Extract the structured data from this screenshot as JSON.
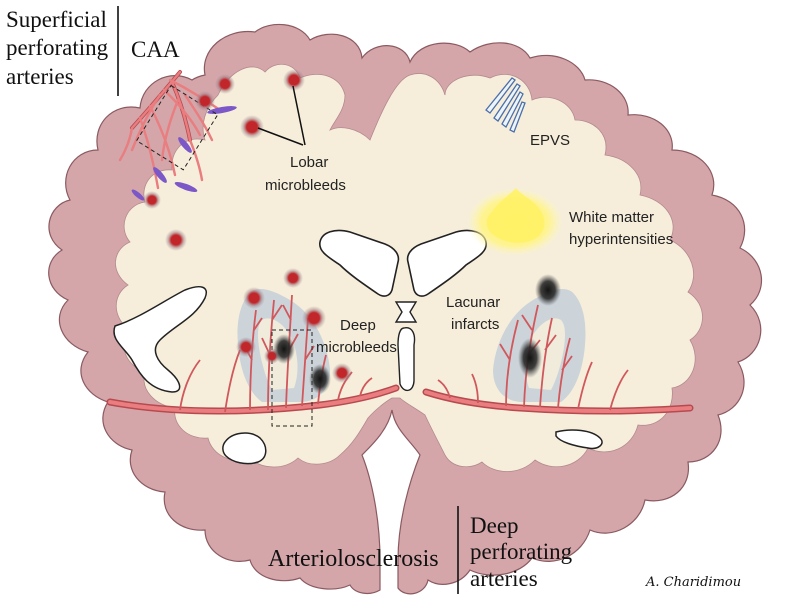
{
  "labels": {
    "superficial": [
      "Superficial",
      "perforating",
      "arteries"
    ],
    "caa": "CAA",
    "lobar": [
      "Lobar",
      "microbleeds"
    ],
    "epvs": "EPVS",
    "white_matter": [
      "White matter",
      "hyperintensities"
    ],
    "lacunar": [
      "Lacunar",
      "infarcts"
    ],
    "deep_mb": [
      "Deep",
      "microbleeds"
    ],
    "arteriolo": "Arteriolosclerosis",
    "deep_arteries": [
      "Deep",
      "perforating",
      "arteries"
    ],
    "signature": "A. Charidimou"
  },
  "colors": {
    "cortex": "#d4a6aa",
    "cortex_edge": "#8a5a60",
    "white_matter": "#f6eedb",
    "artery": "#e97d7f",
    "artery_dark": "#b64a4f",
    "microbleed": "#c0262a",
    "lacune": "#1d1d1d",
    "amyloid": "#7b57c7",
    "wmh": "#fff27a",
    "basal_ganglia": "#a9bfd9"
  }
}
